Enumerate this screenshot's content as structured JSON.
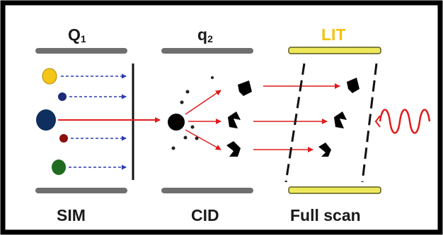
{
  "stages": {
    "q1": {
      "letter": "Q",
      "sub": "1",
      "bottom_label": "SIM",
      "rod_color": "#6f6f6f"
    },
    "q2": {
      "letter": "q",
      "sub": "2",
      "bottom_label": "CID",
      "rod_color": "#6f6f6f"
    },
    "lit": {
      "label": "LIT",
      "bottom_label": "Full scan",
      "rod_color": "#e6e24a",
      "label_color": "#f2c40f"
    }
  },
  "ions": [
    {
      "color": "#f5c518",
      "name": "yellow-ion"
    },
    {
      "color": "#1f2a7a",
      "name": "small-blue-ion"
    },
    {
      "color": "#0f2f5e",
      "name": "large-blue-ion"
    },
    {
      "color": "#8b1010",
      "name": "red-ion"
    },
    {
      "color": "#1f6b1f",
      "name": "green-ion"
    }
  ],
  "colors": {
    "border": "#000000",
    "arrow": "#e11b1b",
    "dashed_arrow": "#2a3cb0",
    "signal": "#e11b1b"
  }
}
